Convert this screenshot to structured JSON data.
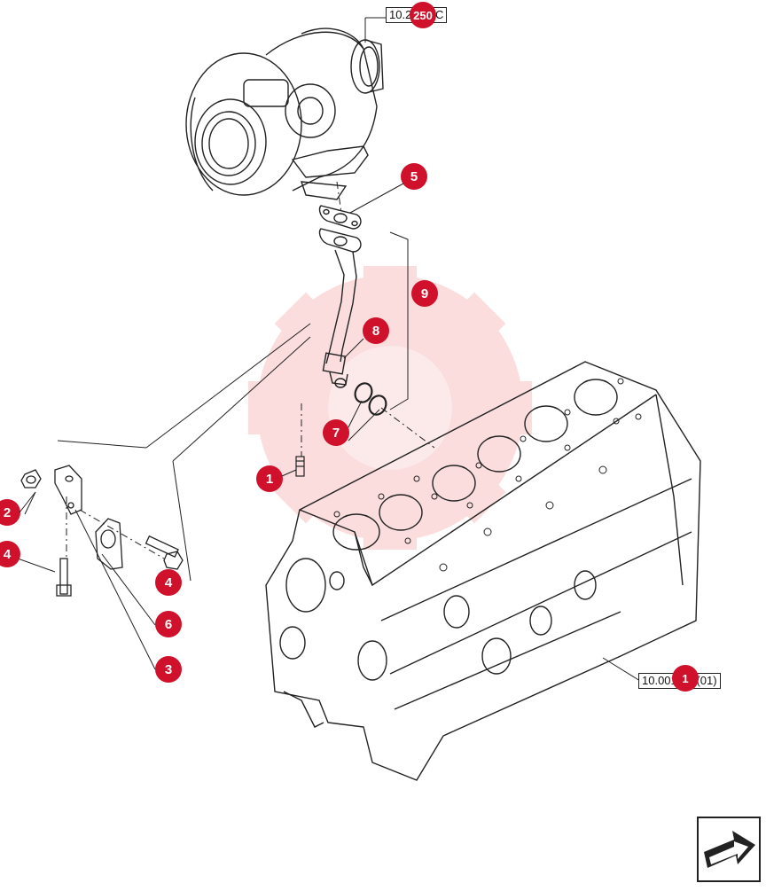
{
  "references": {
    "turbocharger_ref": "10.250.AC",
    "turbocharger_ref_badge": "250",
    "engine_block_ref": "10.001.ab (01)",
    "engine_block_ref_badge": "1"
  },
  "callouts": [
    {
      "label": "1"
    },
    {
      "label": "2"
    },
    {
      "label": "3"
    },
    {
      "label": "4"
    },
    {
      "label": "4"
    },
    {
      "label": "5"
    },
    {
      "label": "6"
    },
    {
      "label": "7"
    },
    {
      "label": "8"
    },
    {
      "label": "9"
    }
  ],
  "icons": {
    "nav": "arrow-icon",
    "watermark": "gear-watermark-icon"
  },
  "colors": {
    "callout": "#d0112b",
    "line": "#222222",
    "watermark": "#e8303a"
  }
}
